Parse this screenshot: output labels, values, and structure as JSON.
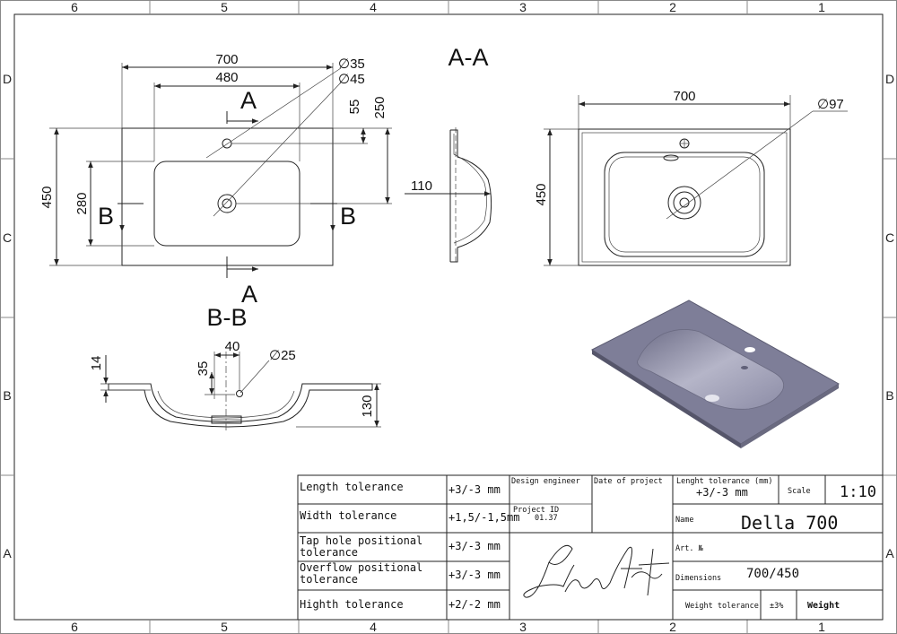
{
  "zones": {
    "columns": [
      "6",
      "5",
      "4",
      "3",
      "2",
      "1"
    ],
    "rows": [
      "D",
      "C",
      "B",
      "A"
    ]
  },
  "views": {
    "top": {
      "width": "700",
      "bowl_width": "480",
      "depth": "450",
      "bowl_depth": "280",
      "tap_offset": "55",
      "drain_offset": "250",
      "tap_dia": "∅35",
      "drain_dia": "∅45",
      "section_a_top": "A",
      "section_a_bottom": "A",
      "section_b_left": "B",
      "section_b_right": "B"
    },
    "section_a": {
      "title": "A-A",
      "height": "110"
    },
    "bottom": {
      "width": "700",
      "depth": "450",
      "hole_dia": "∅97"
    },
    "section_b": {
      "title": "B-B",
      "offset": "40",
      "hole_height": "35",
      "hole_dia": "∅25",
      "slab": "14",
      "depth": "130"
    }
  },
  "title_block": {
    "tolerances": [
      {
        "label_1": "Length tolerance",
        "label_2": "",
        "value": "+3/-3 mm"
      },
      {
        "label_1": "Width tolerance",
        "label_2": "",
        "value": "+1,5/-1,5mm"
      },
      {
        "label_1": "Tap hole positional",
        "label_2": "tolerance",
        "value": "+3/-3 mm"
      },
      {
        "label_1": "Overflow positional",
        "label_2": "tolerance",
        "value": "+3/-3 mm"
      },
      {
        "label_1": "Highth tolerance",
        "label_2": "",
        "value": "+2/-2 mm"
      }
    ],
    "design_engineer_label": "Design engineer",
    "date_label": "Date of project",
    "project_id_label": "Project ID",
    "project_id_value": "01.37",
    "signature": "LunArt",
    "length_tol_label": "Lenght tolerance (mm)",
    "length_tol_value": "+3/-3 mm",
    "scale_label": "Scale",
    "scale_value": "1:10",
    "name_label": "Name",
    "name_value": "Della 700",
    "art_label": "Art. №",
    "dimensions_label": "Dimensions",
    "dimensions_value": "700/450",
    "weight_tol_label": "Weight tolerance",
    "weight_tol_value": "±3%",
    "weight_label": "Weight"
  },
  "colors": {
    "render_fill": "#8a8aa4",
    "render_bowl": "#a9a9bf",
    "line": "#222222"
  }
}
